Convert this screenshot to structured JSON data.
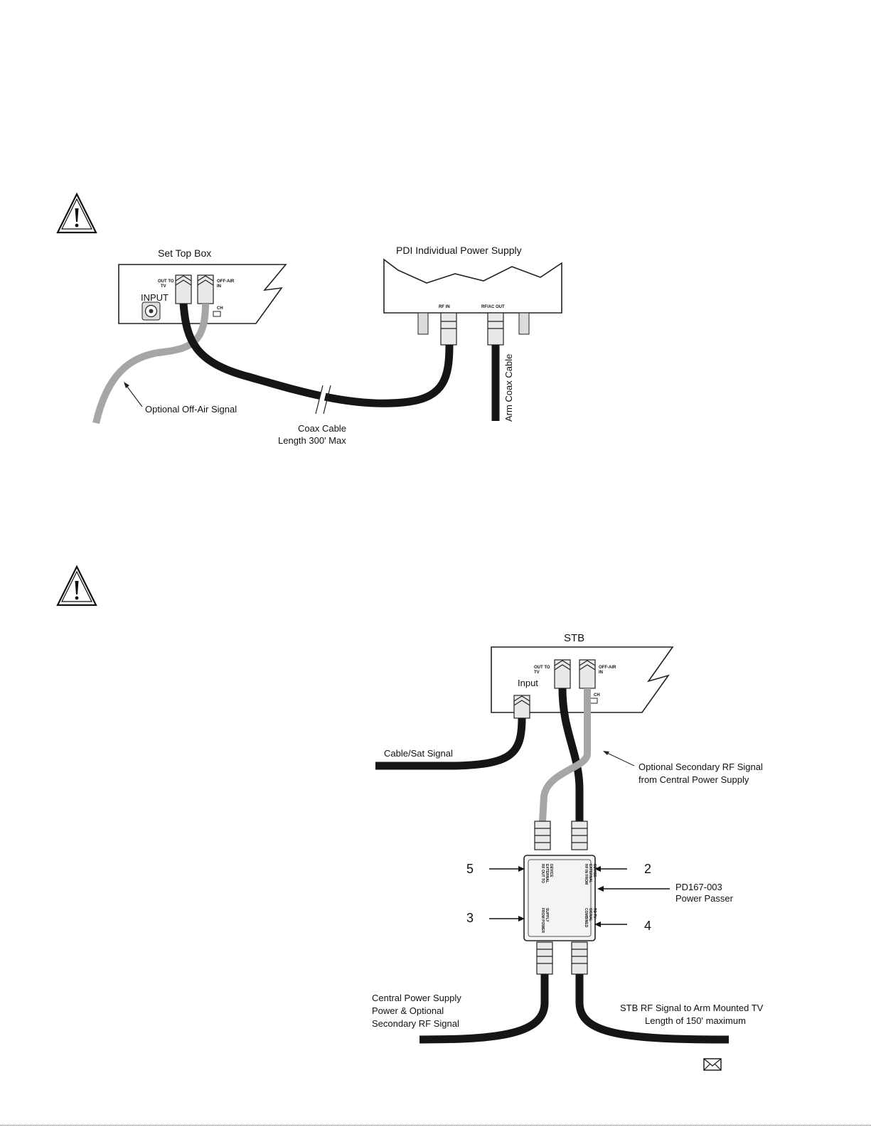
{
  "diagram1": {
    "stb_title": "Set Top Box",
    "psu_title": "PDI Individual Power Supply",
    "stb_input": "INPUT",
    "stb_out_to_tv_1": "OUT TO",
    "stb_out_to_tv_2": "TV",
    "stb_off_air_1": "OFF-AIR",
    "stb_off_air_2": "IN",
    "stb_ch": "CH",
    "psu_rf_in": "RF IN",
    "psu_rf_ac_out": "RF/AC OUT",
    "arm_coax": "Arm Coax Cable",
    "optional_signal": "Optional Off-Air Signal",
    "coax_line1": "Coax Cable",
    "coax_line2": "Length 300' Max"
  },
  "diagram2": {
    "stb_title": "STB",
    "input": "Input",
    "out_to_tv_1": "OUT TO",
    "out_to_tv_2": "TV",
    "off_air_1": "OFF-AIR",
    "off_air_2": "IN",
    "ch": "CH",
    "cable_sat": "Cable/Sat Signal",
    "secondary_line1": "Optional Secondary RF Signal",
    "secondary_line2": "from Central Power Supply",
    "passer_line1": "PD167-003",
    "passer_line2": "Power Passer",
    "num_5": "5",
    "num_2": "2",
    "num_3": "3",
    "num_4": "4",
    "box_rf_out": "RF OUT TO",
    "box_rf_out_2": "EXTERNAL",
    "box_rf_out_3": "DEVICE",
    "box_rf_in": "RF IN FROM",
    "box_rf_in_2": "EXTERNAL",
    "box_rf_in_3": "DEVICE",
    "box_from_power": "FROM POWER",
    "box_from_power_2": "SUPPLY",
    "box_combined": "COMBINED",
    "box_combined_2": "SIGNAL",
    "box_combined_3": "TO TV",
    "central_line1": "Central Power Supply",
    "central_line2": "Power & Optional",
    "central_line3": "Secondary RF Signal",
    "stb_rf_line1": "STB RF Signal to Arm Mounted TV",
    "stb_rf_line2": "Length of 150' maximum"
  }
}
